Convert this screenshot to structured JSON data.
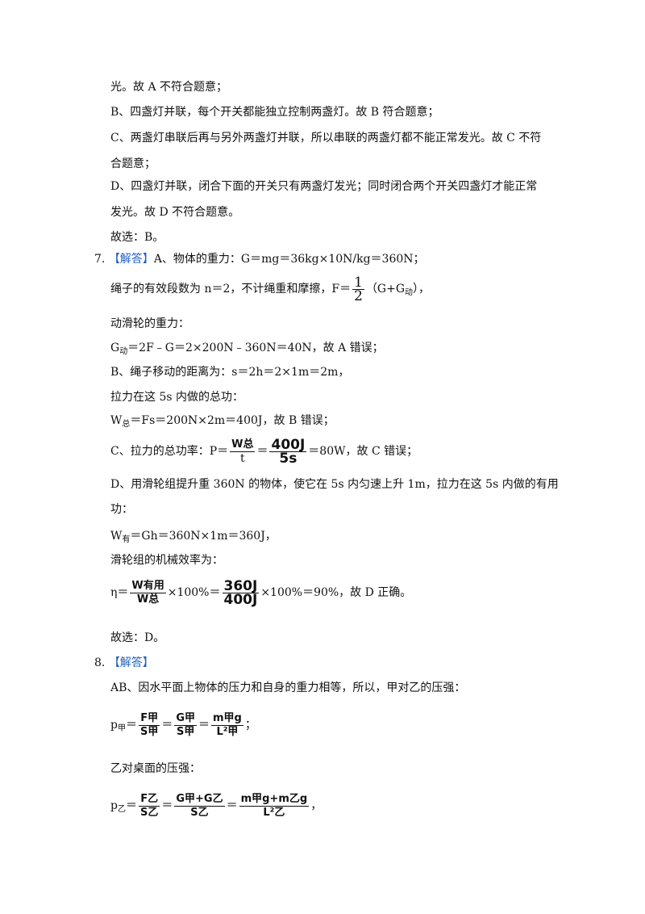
{
  "lines": [
    "光。故 A 不符合题意；",
    "B、四盏灯并联，每个开关都能独立控制两盏灯。故 B 符合题意；",
    "C、两盏灯串联后再与另外两盏灯并联，所以串联的两盏灯都不能正常发光。故 C 不符",
    "合题意；",
    "D、四盏灯并联，闭合下面的开关只有两盏灯发光；同时闭合两个开关四盏灯才能正常",
    "发光。故 D 不符合题意。",
    "故选：B。"
  ],
  "q7": {
    "num": "7.",
    "tag": "【解答】",
    "l1": "A、物体的重力：G＝mg＝36kg×10N/kg＝360N；",
    "l2_pre": "绳子的有效段数为 n＝2，不计绳重和摩擦，F＝",
    "l2_n": "1",
    "l2_d": "2",
    "l2_post": "（G+G",
    "l2_sub": "动",
    "l2_end": "），",
    "l3": "动滑轮的重力：",
    "l4_pre": "G",
    "l4_sub": "动",
    "l4_post": "＝2F﹣G＝2×200N﹣360N＝40N，故 A 错误；",
    "l5": "B、绳子移动的距离为：s＝2h＝2×1m＝2m，",
    "l6": "拉力在这 5s 内做的总功：",
    "l7_pre": "W",
    "l7_sub": "总",
    "l7_post": "＝Fs＝200N×2m＝400J，故 B 错误；",
    "l8_pre": "C、拉力的总功率：P＝",
    "l8_f1n": "W总",
    "l8_f1d": "t",
    "l8_eq": "＝",
    "l8_f2n": "400J",
    "l8_f2d": "5s",
    "l8_post": "＝80W，故 C 错误；",
    "l9": "D、用滑轮组提升重 360N 的物体，使它在 5s 内匀速上升 1m，拉力在这 5s 内做的有用",
    "l10": "功：",
    "l11_pre": "W",
    "l11_sub": "有",
    "l11_post": "＝Gh＝360N×1m＝360J，",
    "l12": "滑轮组的机械效率为：",
    "l13_pre": "η＝",
    "l13_f1n": "W有用",
    "l13_f1d": "W总",
    "l13_mid": "×100%＝",
    "l13_f2n": "360J",
    "l13_f2d": "400J",
    "l13_post": "×100%＝90%，故 D 正确。",
    "l14": "故选：D。"
  },
  "q8": {
    "num": "8.",
    "tag": "【解答】",
    "l1": "AB、因水平面上物体的压力和自身的重力相等，所以，甲对乙的压强：",
    "p1_pre": "p",
    "p1_sub": "甲",
    "p1_eq1": "＝",
    "p1_f1n": "F甲",
    "p1_f1d": "S甲",
    "p1_eq2": "＝",
    "p1_f2n": "G甲",
    "p1_f2d": "S甲",
    "p1_eq3": "＝",
    "p1_f3n": "m甲g",
    "p1_f3d": "L²甲",
    "p1_end": "；",
    "l2": "乙对桌面的压强：",
    "p2_pre": "p",
    "p2_sub": "乙",
    "p2_eq1": "＝",
    "p2_f1n": "F乙",
    "p2_f1d": "S乙",
    "p2_eq2": "＝",
    "p2_f2n": "G甲+G乙",
    "p2_f2d": "S乙",
    "p2_eq3": "＝",
    "p2_f3n": "m甲g+m乙g",
    "p2_f3d": "L²乙",
    "p2_end": "，"
  }
}
